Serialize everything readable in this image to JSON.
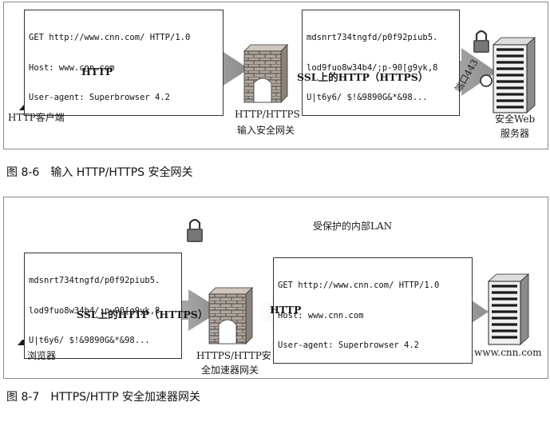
{
  "figure1": {
    "request_lines": [
      "GET http://www.cnn.com/ HTTP/1.0",
      "Host: www.cnn.com",
      "User-agent: Superbrowser 4.2"
    ],
    "encrypted_lines": [
      "mdsnrt734tngfd/p0f92piub5.",
      "lod9fuo8w34b4/;p-90[g9yk,8",
      "U|t6y6/ $!&9890G&*&98..."
    ],
    "client_arrow_label": "HTTP",
    "client_label": "HTTP客户端",
    "gateway_label_1": "HTTP/HTTPS",
    "gateway_label_2": "输入安全网关",
    "ssl_arrow_label": "SSL上的HTTP（HTTPS）",
    "port_label": "端口443",
    "server_label_1": "安全Web",
    "server_label_2": "服务器",
    "caption_num": "图 8-6",
    "caption_text": "输入 HTTP/HTTPS 安全网关"
  },
  "figure2": {
    "network_label": "受保护的内部LAN",
    "encrypted_lines": [
      "mdsnrt734tngfd/p0f92piub5.",
      "lod9fuo8w34b4/;p-90[g9yk,8",
      "U|t6y6/ $!&9890G&*&98..."
    ],
    "request_lines": [
      "GET http://www.cnn.com/ HTTP/1.0",
      "Host: www.cnn.com",
      "User-agent: Superbrowser 4.2"
    ],
    "ssl_arrow_label": "SSL上的HTTP（HTTPS）",
    "http_arrow_label": "HTTP",
    "browser_label": "浏览器",
    "accelerator_label_1": "HTTPS/HTTP安",
    "accelerator_label_2": "全加速器网关",
    "server_label": "www.cnn.com",
    "caption_num": "图 8-7",
    "caption_text": "HTTPS/HTTP 安全加速器网关"
  }
}
